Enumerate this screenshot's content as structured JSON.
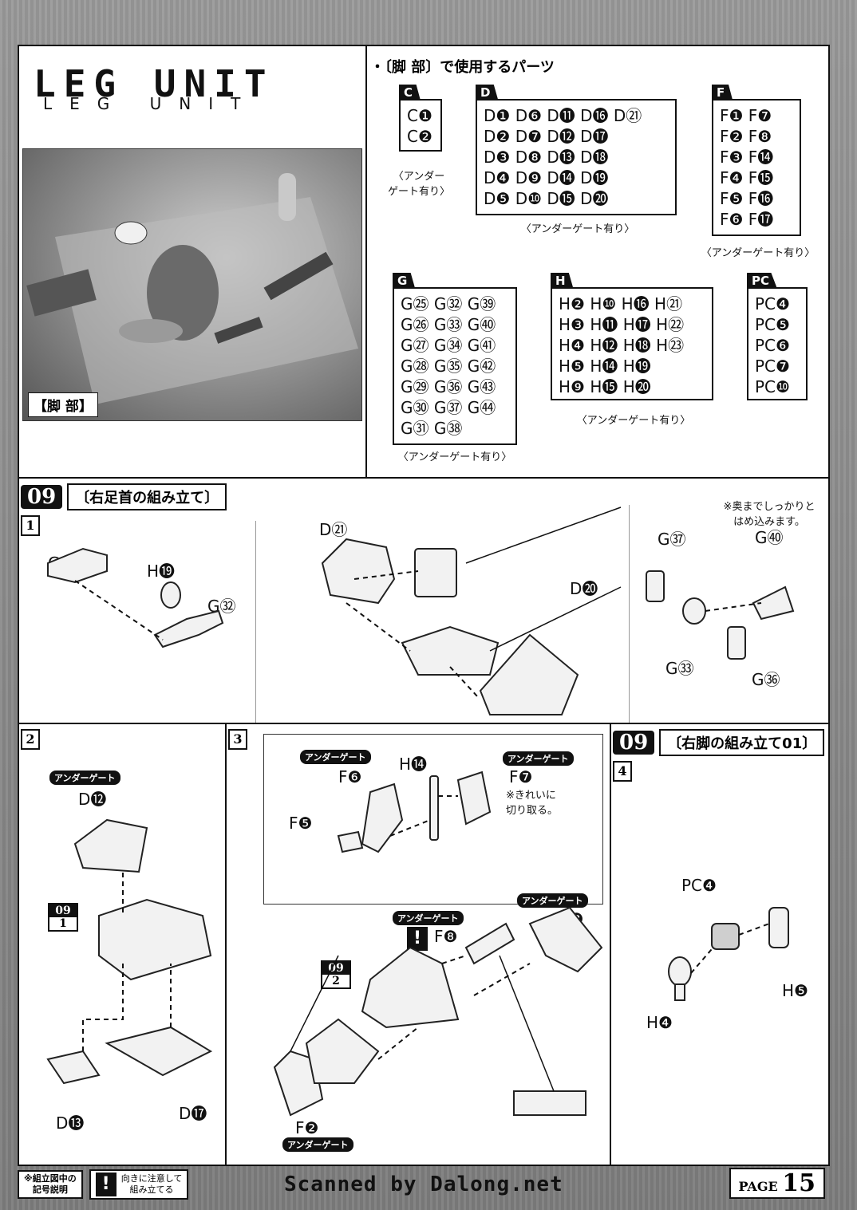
{
  "header": {
    "title_stylized": "LEG UNIT",
    "title_sub": "LEG UNIT",
    "photo_caption": "【脚 部】"
  },
  "parts": {
    "heading": "・〔脚 部〕で使用するパーツ",
    "underpart_note": "〈アンダーゲート有り〉",
    "C": {
      "tag": "C",
      "rows": [
        "C❶",
        "C❷"
      ]
    },
    "D": {
      "tag": "D",
      "rows": [
        "D❶ D❻ D⓫ D⓰ D㉑",
        "D❷ D❼ D⓬ D⓱",
        "D❸ D❽ D⓭ D⓲",
        "D❹ D❾ D⓮ D⓳",
        "D❺ D❿ D⓯ D⓴"
      ]
    },
    "F": {
      "tag": "F",
      "rows": [
        "F❶ F❼",
        "F❷ F❽",
        "F❸ F⓮",
        "F❹ F⓯",
        "F❺ F⓰",
        "F❻ F⓱"
      ]
    },
    "G": {
      "tag": "G",
      "rows": [
        "G㉕ G㉜ G㊴",
        "G㉖ G㉝ G㊵",
        "G㉗ G㉞ G㊶",
        "G㉘ G㉟ G㊷",
        "G㉙ G㊱ G㊸",
        "G㉚ G㊲ G㊹",
        "G㉛ G㊳"
      ]
    },
    "H": {
      "tag": "H",
      "rows": [
        "H❷ H❿ H⓰ H㉑",
        "H❸ H⓫ H⓱ H㉒",
        "H❹ H⓬ H⓲ H㉓",
        "H❺ H⓮ H⓳",
        "H❾ H⓯ H⓴"
      ]
    },
    "PC": {
      "tag": "PC",
      "rows": [
        "PC❹",
        "PC❺",
        "PC❻",
        "PC❼",
        "PC❿"
      ]
    },
    "c_note": "〈アンダー\nゲート有り〉"
  },
  "step09a": {
    "num": "09",
    "title": "〔右足首の組み立て〕",
    "sub1": "1",
    "labels": {
      "g31": "G㉛",
      "h19": "H⓳",
      "g32": "G㉜",
      "d21": "D㉑",
      "d20": "D⓴",
      "g37": "G㊲",
      "g40": "G㊵",
      "g33": "G㉝",
      "g36": "G㊱"
    },
    "note": "※奥までしっかりと\nはめ込みます。"
  },
  "step2": {
    "sub": "2",
    "badge": "アンダーゲート",
    "labels": {
      "d12": "D⓬",
      "d13": "D⓭",
      "d17": "D⓱"
    },
    "ref_num": "09",
    "ref_sub": "1"
  },
  "step3": {
    "sub": "3",
    "badge": "アンダーゲート",
    "labels": {
      "f6": "F❻",
      "h14": "H⓮",
      "f7": "F❼",
      "f5": "F❺",
      "f8": "F❽",
      "f3": "F❸",
      "f2": "F❷"
    },
    "note": "※きれいに\n切り取る。",
    "ref_num": "09",
    "ref_sub": "2",
    "warn": "!"
  },
  "step09b": {
    "num": "09",
    "title": "〔右脚の組み立て01〕",
    "sub": "4",
    "labels": {
      "pc4": "PC❹",
      "h5": "H❺",
      "h4": "H❹"
    }
  },
  "footer": {
    "legend_title": "※組立図中の\n記号説明",
    "legend_icon": "!",
    "legend_text": "向きに注意して\n組み立てる",
    "scan_credit": "Scanned by Dalong.net",
    "page_label": "PAGE",
    "page_number": "15"
  }
}
